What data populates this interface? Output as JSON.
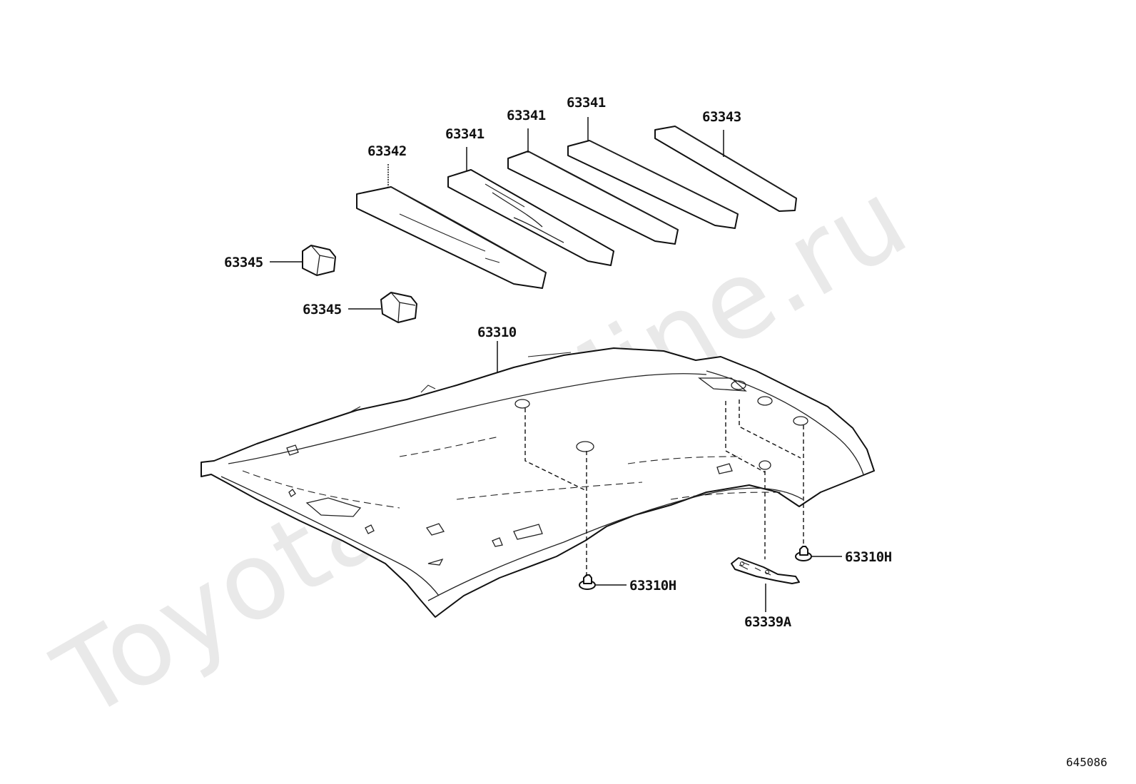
{
  "watermark": "ToyotaCarMine.ru",
  "diagram_code": "645086",
  "parts": {
    "p63342": "63342",
    "p63341_a": "63341",
    "p63341_b": "63341",
    "p63341_c": "63341",
    "p63343": "63343",
    "p63345_a": "63345",
    "p63345_b": "63345",
    "p63310": "63310",
    "p63310h_a": "63310H",
    "p63310h_b": "63310H",
    "p63339a": "63339A"
  },
  "colors": {
    "line": "#111111",
    "watermark": "#e9e9e9",
    "background": "#ffffff"
  }
}
